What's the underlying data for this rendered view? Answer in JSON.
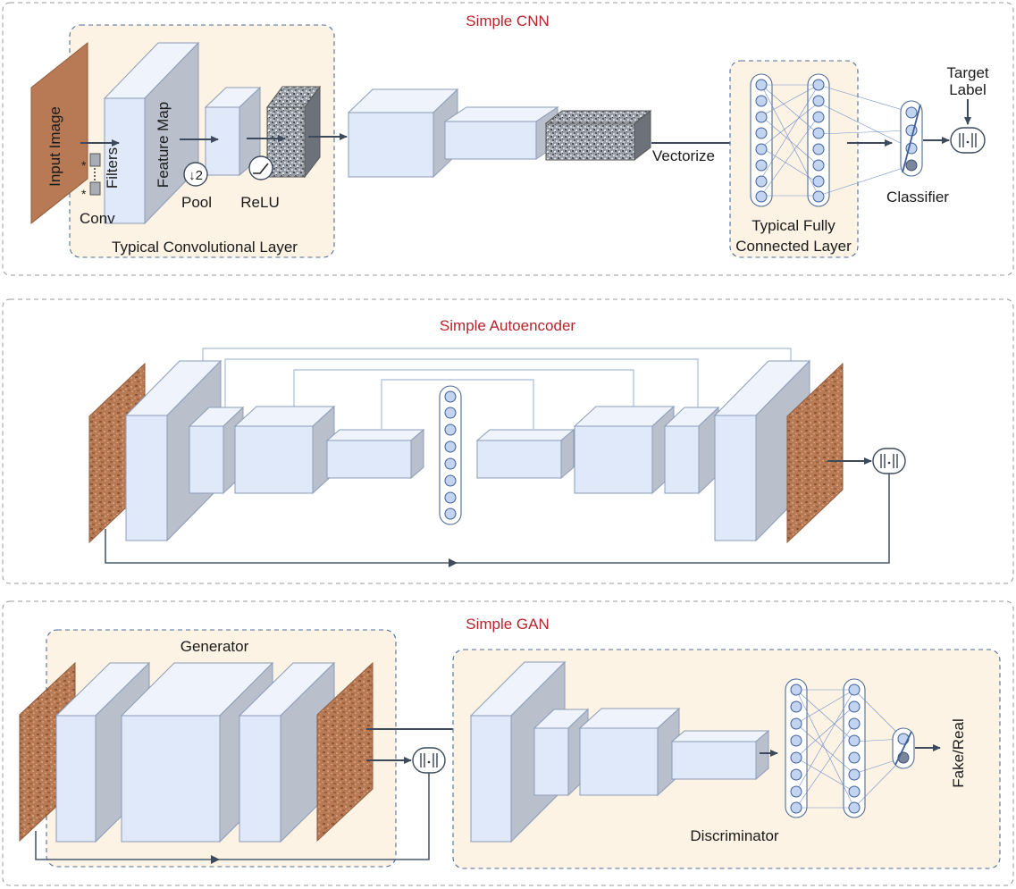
{
  "panels": {
    "cnn": {
      "title": "Simple CNN",
      "input_image": "Input Image",
      "filters": "Filters",
      "conv": "Conv",
      "feature_map": "Feature Map",
      "pool": "Pool",
      "pool_symbol": "↓2",
      "relu": "ReLU",
      "conv_layer": "Typical Convolutional Layer",
      "vectorize": "Vectorize",
      "fc_line1": "Typical Fully",
      "fc_line2": "Connected Layer",
      "classifier": "Classifier",
      "target_line1": "Target",
      "target_line2": "Label"
    },
    "autoencoder": {
      "title": "Simple Autoencoder"
    },
    "gan": {
      "title": "Simple GAN",
      "generator": "Generator",
      "discriminator": "Discriminator",
      "output": "Fake/Real"
    }
  },
  "icons": [
    "norm-icon",
    "relu-icon",
    "pool-icon",
    "filter-icon",
    "sigmoid-icon"
  ],
  "colors": {
    "title": "#b3262b",
    "layer_front": "#dfe9f9",
    "layer_side": "#b9c0cc",
    "layer_box_fill": "#fdf3e4",
    "layer_box_border": "#4f6d94",
    "image_fill": "#b77a55",
    "node": "#c3d4f1"
  }
}
